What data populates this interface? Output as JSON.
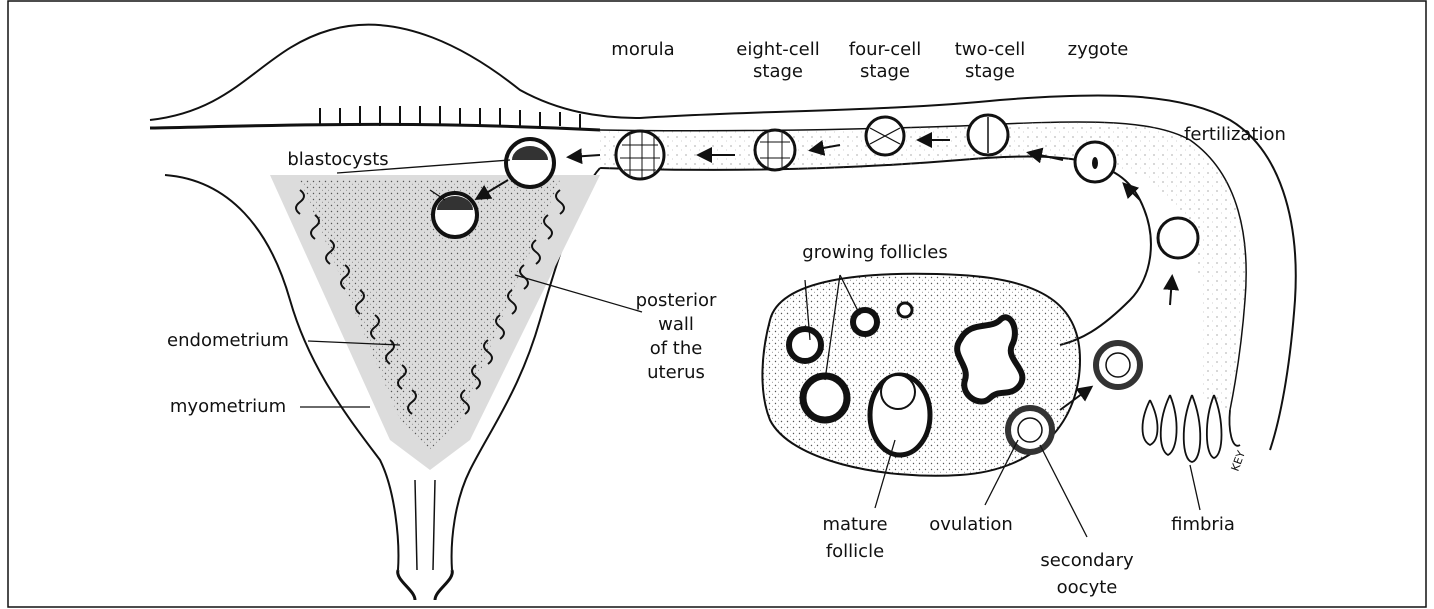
{
  "labels": {
    "morula": "morula",
    "eight_cell_1": "eight-cell",
    "eight_cell_2": "stage",
    "four_cell_1": "four-cell",
    "four_cell_2": "stage",
    "two_cell_1": "two-cell",
    "two_cell_2": "stage",
    "zygote": "zygote",
    "fertilization": "fertilization",
    "blastocysts": "blastocysts",
    "growing_follicles": "growing follicles",
    "posterior_1": "posterior",
    "posterior_2": "wall",
    "posterior_3": "of the",
    "posterior_4": "uterus",
    "endometrium": "endometrium",
    "myometrium": "myometrium",
    "mature_1": "mature",
    "mature_2": "follicle",
    "ovulation": "ovulation",
    "fimbria": "fimbria",
    "secondary_1": "secondary",
    "secondary_2": "oocyte",
    "signature": "KEY"
  }
}
